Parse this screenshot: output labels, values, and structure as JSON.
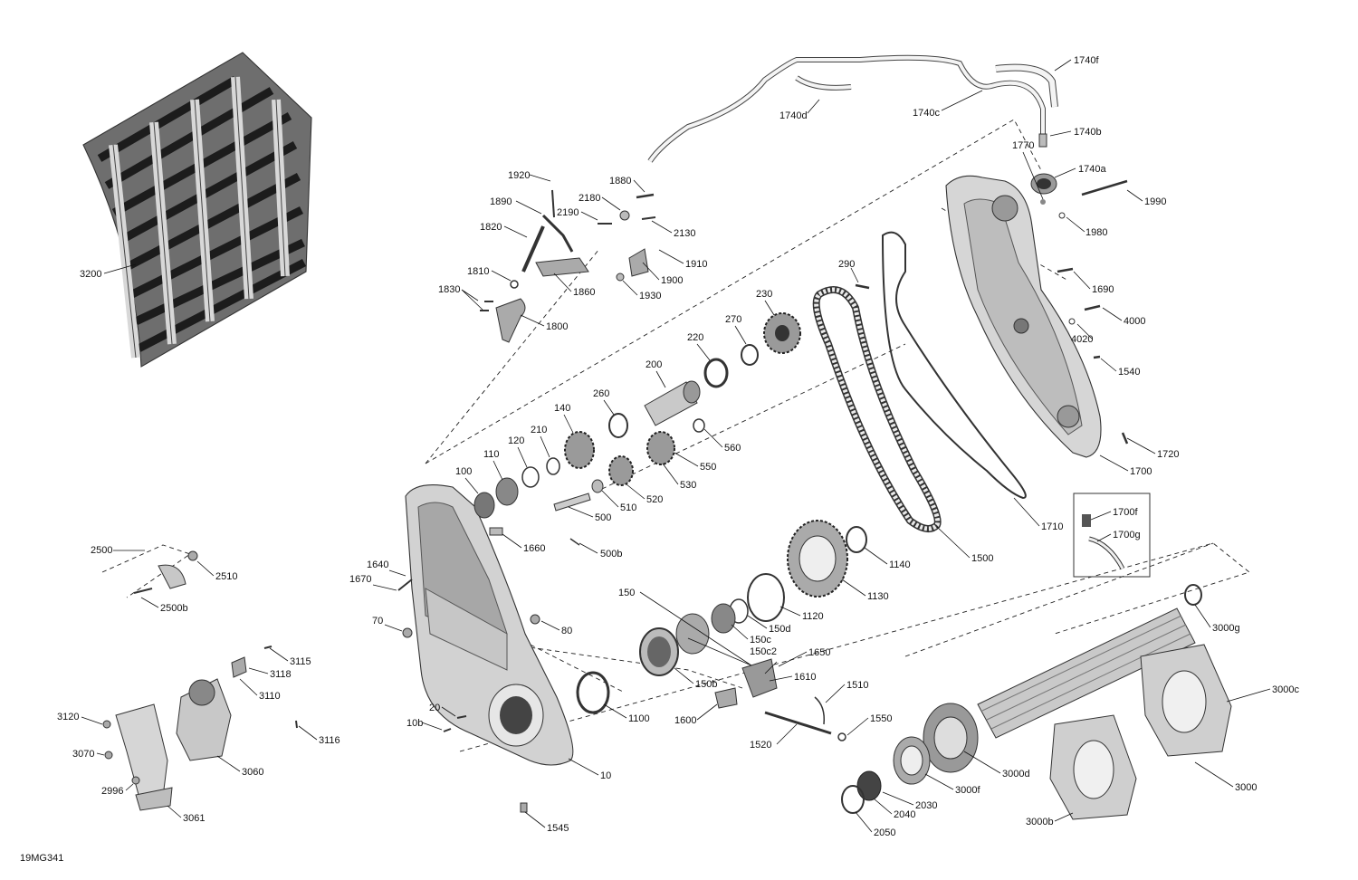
{
  "figure_code": "19MG341",
  "colors": {
    "line": "#222222",
    "part_fill": "#cfcfcf",
    "part_dark": "#555555",
    "background": "#ffffff"
  },
  "labels": [
    "1740f",
    "1740d",
    "1740c",
    "1740b",
    "1740a",
    "1770",
    "1990",
    "1980",
    "290",
    "230",
    "270",
    "220",
    "200",
    "260",
    "140",
    "210",
    "120",
    "110",
    "100",
    "560",
    "550",
    "530",
    "520",
    "510",
    "500",
    "500b",
    "1660",
    "1640",
    "1670",
    "70",
    "80",
    "1500",
    "1710",
    "1690",
    "4000",
    "4020",
    "1540",
    "1720",
    "1700",
    "1700f",
    "1700g",
    "1140",
    "1130",
    "1120",
    "150",
    "150d",
    "150c",
    "150c2",
    "1650",
    "1610",
    "150b",
    "1600",
    "1510",
    "1550",
    "1520",
    "1100",
    "20",
    "10b",
    "10",
    "1545",
    "1920",
    "1880",
    "2180",
    "2190",
    "2130",
    "1890",
    "1820",
    "1910",
    "1900",
    "1930",
    "1810",
    "1860",
    "1830",
    "1800",
    "2500",
    "2510",
    "2500b",
    "3115",
    "3118",
    "3110",
    "3120",
    "3070",
    "3116",
    "3060",
    "2996",
    "3061",
    "3000g",
    "3000c",
    "3000d",
    "3000",
    "3000f",
    "2030",
    "2040",
    "2050",
    "3000b",
    "3200"
  ]
}
